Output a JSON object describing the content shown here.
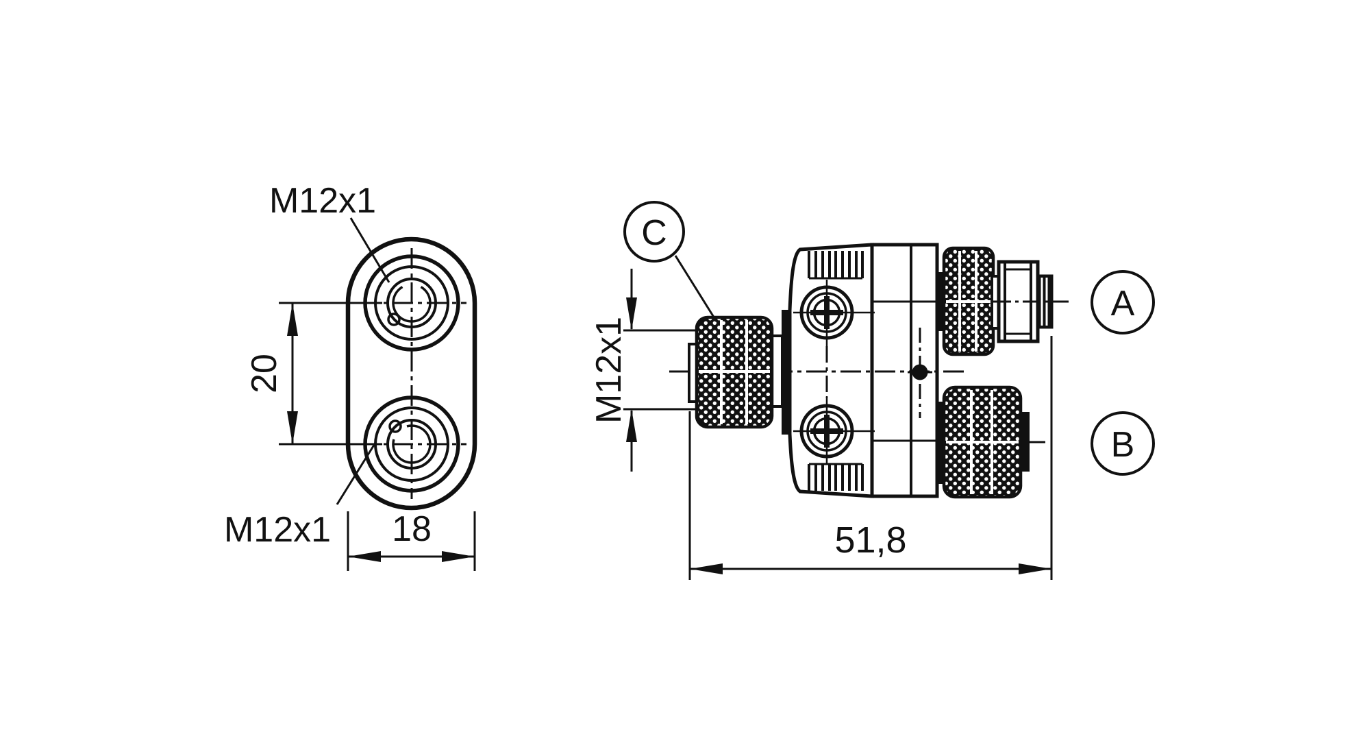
{
  "canvas": {
    "background": "#ffffff",
    "ink": "#111111"
  },
  "front_view": {
    "thread_label_top": "M12x1",
    "thread_label_bottom": "M12x1",
    "dim_center_distance": "20",
    "dim_width": "18"
  },
  "side_view": {
    "dim_thread": "M12x1",
    "dim_overall_length": "51,8",
    "port_a": "A",
    "port_b": "B",
    "port_c": "C"
  }
}
